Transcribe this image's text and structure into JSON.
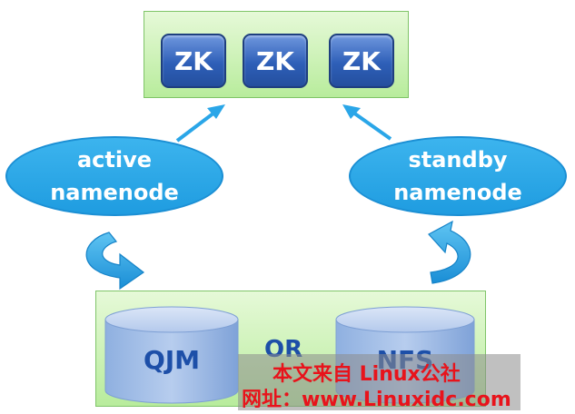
{
  "zk_cluster": {
    "nodes": [
      "ZK",
      "ZK",
      "ZK"
    ]
  },
  "active_namenode": {
    "line1": "active",
    "line2": "namenode"
  },
  "standby_namenode": {
    "line1": "standby",
    "line2": "namenode"
  },
  "shared_storage": {
    "qjm_label": "QJM",
    "or_label": "OR",
    "nfs_label": "NFS"
  },
  "watermark": {
    "line1": "本文来自 Linux公社",
    "line2": "网址：www.Linuxidc.com"
  },
  "colors": {
    "box_fill": "#c8f0b0",
    "zk_fill": "#2e5fb8",
    "ellipse_fill": "#2aa6e8",
    "cylinder_fill": "#a9c4ea",
    "arrow": "#2aa6e8",
    "label_blue": "#1d4fa8",
    "watermark_text": "#e8131b"
  }
}
